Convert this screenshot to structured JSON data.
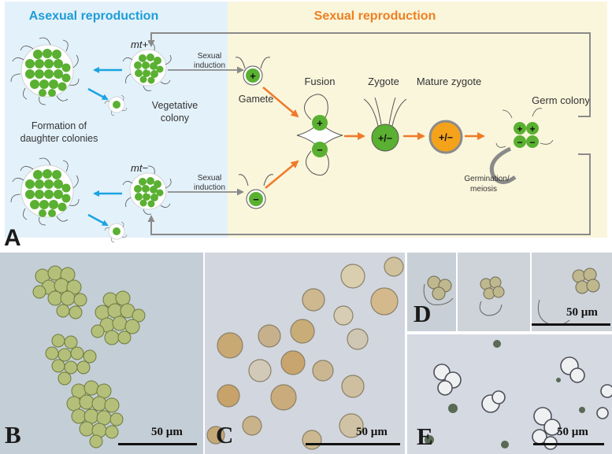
{
  "diagram": {
    "asexual_title": "Asexual reproduction",
    "sexual_title": "Sexual reproduction",
    "mt_plus": "mt+",
    "mt_minus": "mt−",
    "vegetative_colony": [
      "Vegetative",
      "colony"
    ],
    "formation_label": [
      "Formation of",
      "daughter colonies"
    ],
    "sexual_induction": [
      "Sexual",
      "induction"
    ],
    "gamete": "Gamete",
    "fusion": "Fusion",
    "zygote": "Zygote",
    "mature_zygote": "Mature zygote",
    "germ_colony": "Germ colony",
    "germination": [
      "Germination/",
      "meiosis"
    ],
    "plus_sign": "+",
    "minus_sign": "−",
    "zygote_sign": "+/−",
    "panel_letter": "A"
  },
  "colors": {
    "asexual_bg": "#e3f1fa",
    "sexual_bg": "#faf6dc",
    "blue_arrow": "#1aa3e0",
    "orange_arrow": "#f07a2a",
    "gray_arrow": "#8a8a8a",
    "cell_green": "#5ab031",
    "zygote_orange": "#f5a21b",
    "asexual_title_color": "#1e9cd7",
    "sexual_title_color": "#ef7f22"
  },
  "photos": {
    "b": {
      "letter": "B",
      "scale": "50 µm"
    },
    "c": {
      "letter": "C",
      "scale": "50 µm"
    },
    "d": {
      "letter": "D",
      "scale": "50 µm"
    },
    "e": {
      "letter": "E",
      "scale": "50 µm"
    }
  }
}
